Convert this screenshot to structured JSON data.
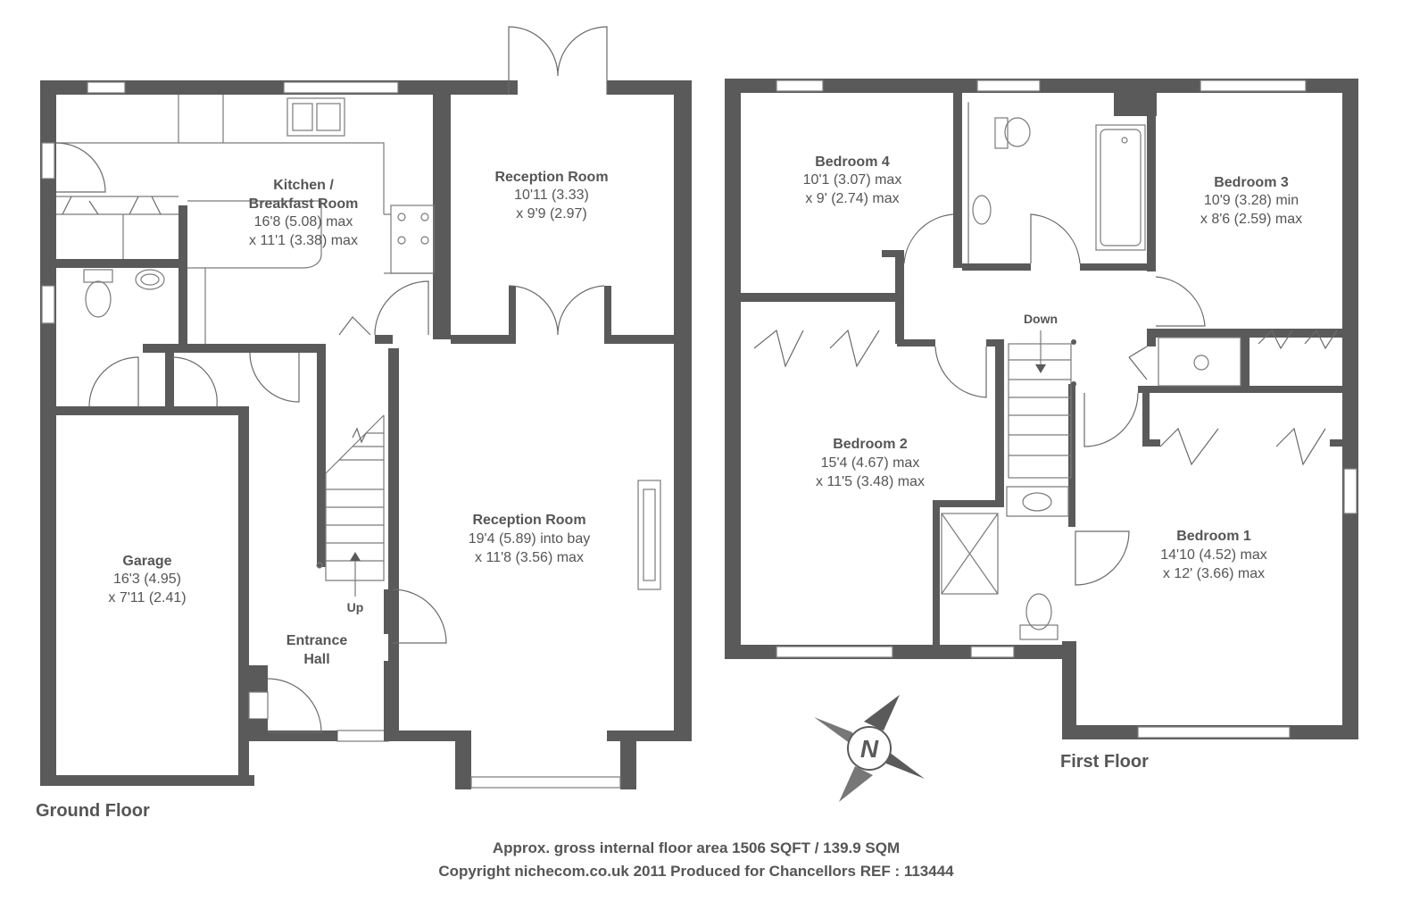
{
  "floors": {
    "ground": "Ground Floor",
    "first": "First Floor"
  },
  "rooms": {
    "kitchen": {
      "name1": "Kitchen /",
      "name2": "Breakfast Room",
      "dim1": "16'8 (5.08) max",
      "dim2": "x 11'1 (3.38) max"
    },
    "reception_top": {
      "name": "Reception Room",
      "dim1": "10'11 (3.33)",
      "dim2": "x 9'9 (2.97)"
    },
    "reception_main": {
      "name": "Reception Room",
      "dim1": "19'4 (5.89) into bay",
      "dim2": "x 11'8 (3.56) max"
    },
    "garage": {
      "name": "Garage",
      "dim1": "16'3 (4.95)",
      "dim2": "x 7'11 (2.41)"
    },
    "entrance": {
      "name1": "Entrance",
      "name2": "Hall"
    },
    "bedroom4": {
      "name": "Bedroom 4",
      "dim1": "10'1 (3.07) max",
      "dim2": "x 9' (2.74) max"
    },
    "bedroom3": {
      "name": "Bedroom 3",
      "dim1": "10'9 (3.28) min",
      "dim2": "x 8'6 (2.59) max"
    },
    "bedroom2": {
      "name": "Bedroom 2",
      "dim1": "15'4 (4.67) max",
      "dim2": "x 11'5 (3.48) max"
    },
    "bedroom1": {
      "name": "Bedroom 1",
      "dim1": "14'10 (4.52) max",
      "dim2": "x 12' (3.66) max"
    }
  },
  "stairs": {
    "up": "Up",
    "down": "Down"
  },
  "compass": {
    "letter": "N"
  },
  "footer": {
    "area": "Approx. gross internal floor area 1506 SQFT / 139.9 SQM",
    "copyright": "Copyright nichecom.co.uk 2011 Produced for Chancellors REF : 113444"
  }
}
